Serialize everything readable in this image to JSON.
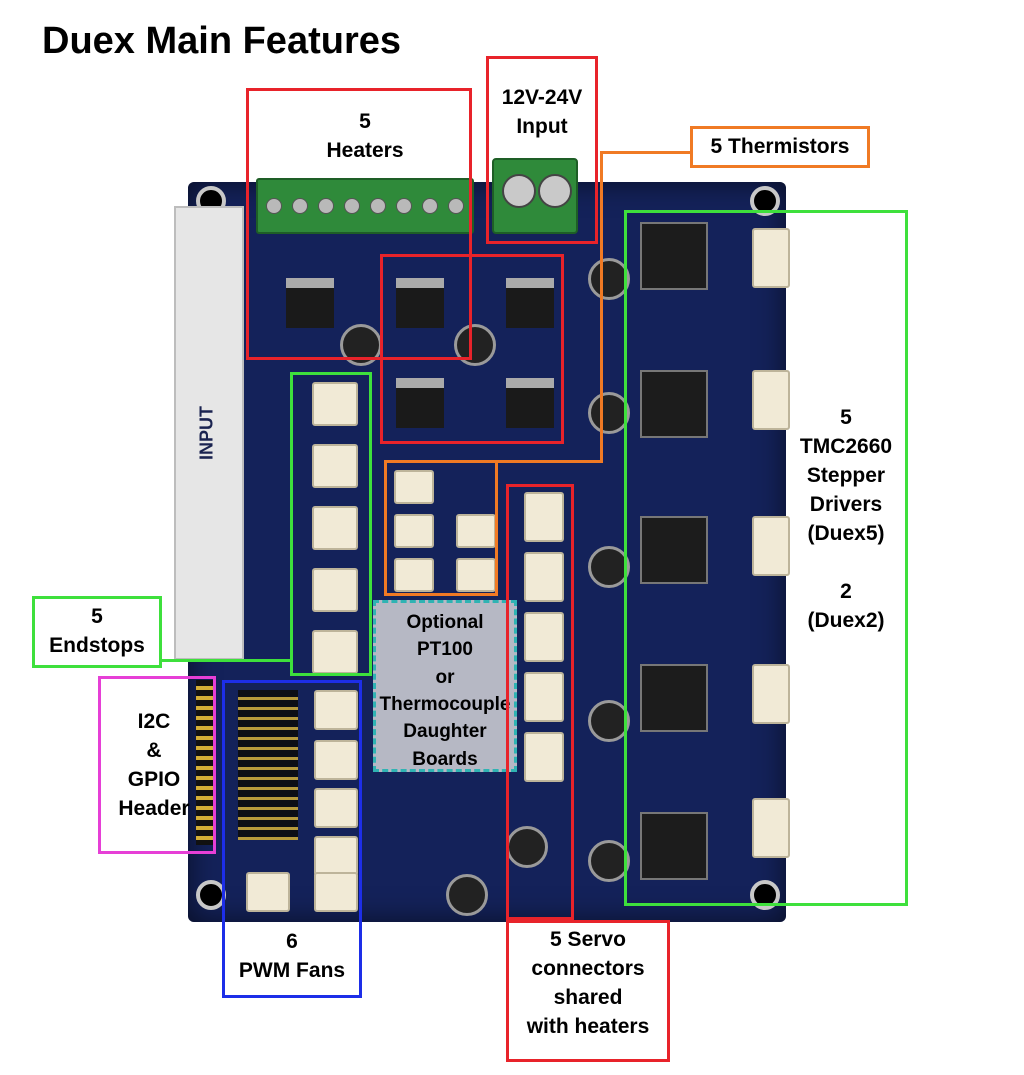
{
  "title": "Duex Main Features",
  "labels": {
    "heaters": [
      "5",
      "Heaters"
    ],
    "power_input": [
      "12V-24V",
      "Input"
    ],
    "thermistors": "5 Thermistors",
    "stepper_drivers": [
      "5",
      "TMC2660",
      "Stepper",
      "Drivers",
      "(Duex5)",
      "",
      "2",
      "(Duex2)"
    ],
    "endstops": [
      "5",
      "Endstops"
    ],
    "daughter_boards": [
      "Optional",
      "PT100",
      "or",
      "Thermocouple",
      "Daughter",
      "Boards"
    ],
    "i2c_gpio": [
      "I2C",
      "&",
      "GPIO",
      "Header"
    ],
    "pwm_fans": [
      "6",
      "PWM Fans"
    ],
    "servo": [
      "5 Servo",
      "connectors",
      "shared",
      "with heaters"
    ]
  },
  "board_label": "INPUT",
  "colors": {
    "heaters": "#e8232a",
    "power_input": "#e8232a",
    "thermistors": "#f07a24",
    "stepper_drivers": "#3ee03c",
    "endstops": "#3ee03c",
    "daughter_boards": "#2fb3b3",
    "i2c_gpio": "#e63fd6",
    "pwm_fans": "#1d2ee8",
    "servo": "#e8232a",
    "pcb": "#14225a"
  }
}
